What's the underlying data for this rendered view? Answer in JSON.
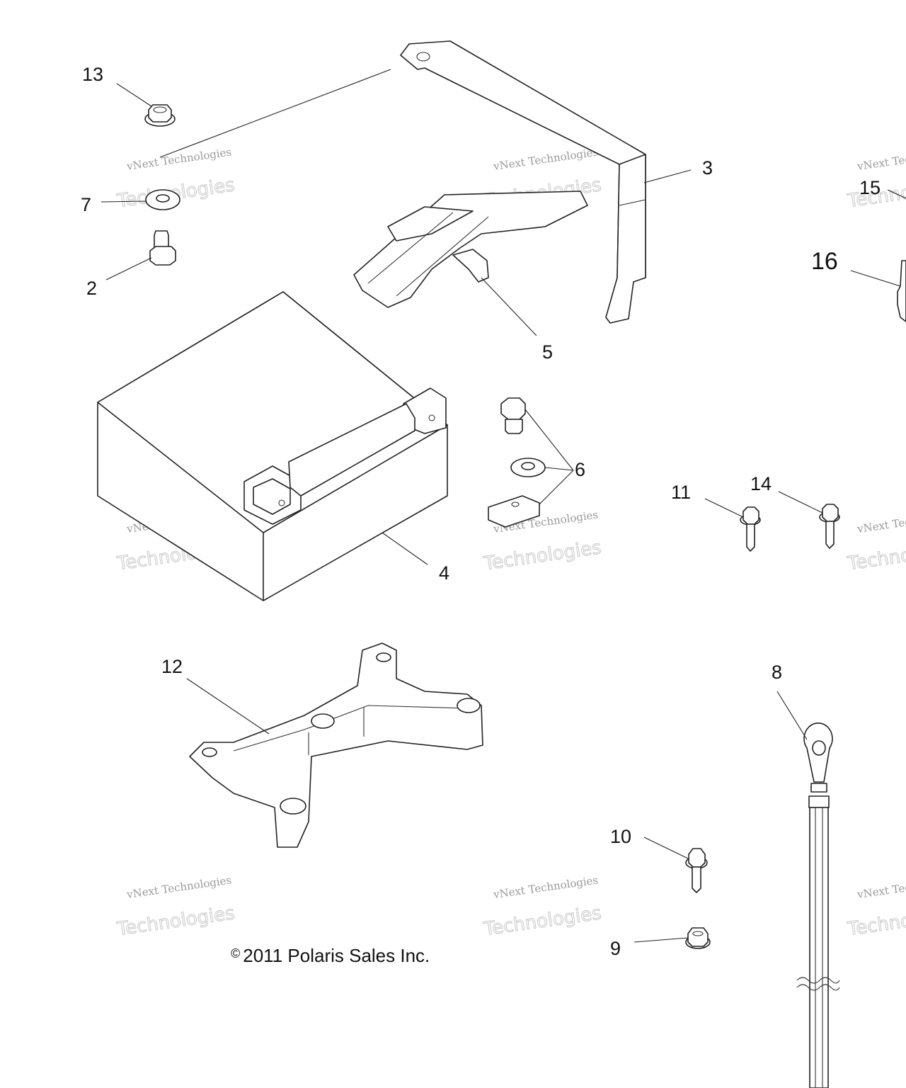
{
  "callouts": {
    "c13": "13",
    "c7": "7",
    "c2": "2",
    "c3": "3",
    "c5": "5",
    "c4": "4",
    "c6": "6",
    "c11": "11",
    "c14": "14",
    "c12": "12",
    "c8": "8",
    "c10": "10",
    "c9": "9",
    "c15": "15",
    "c16": "16"
  },
  "copyright": {
    "symbol": "©",
    "text": "2011 Polaris Sales Inc."
  },
  "watermark": {
    "line1": "vNext Technologies",
    "line2": "Technologies",
    "arc": "vNext"
  }
}
